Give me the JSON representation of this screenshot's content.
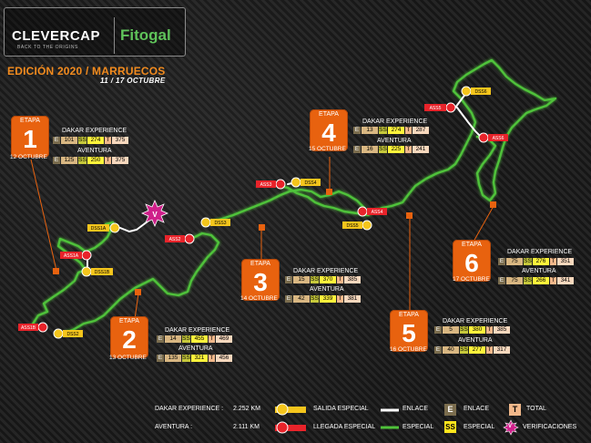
{
  "header": {
    "logo_main": "CLEVERCAP",
    "logo_sub": "BACK TO THE ORIGINS",
    "logo_partner": "Fitogal",
    "edition": "EDICIÓN 2020 / MARRUECOS",
    "dates": "11 / 17 OCTUBRE"
  },
  "stages": [
    {
      "etapa": "ETAPA",
      "number": "1",
      "date": "12 OCTUBRE",
      "dakar_label": "DAKAR EXPERIENCE",
      "dakar": {
        "e": "101",
        "ss": "274",
        "t": "375"
      },
      "aventura_label": "AVENTURA",
      "aventura": {
        "e": "125",
        "ss": "250",
        "t": "375"
      }
    },
    {
      "etapa": "ETAPA",
      "number": "2",
      "date": "13 OCTUBRE",
      "dakar_label": "DAKAR EXPERIENCE",
      "dakar": {
        "e": "14",
        "ss": "455",
        "t": "469"
      },
      "aventura_label": "AVENTURA",
      "aventura": {
        "e": "135",
        "ss": "321",
        "t": "456"
      }
    },
    {
      "etapa": "ETAPA",
      "number": "3",
      "date": "14 OCTUBRE",
      "dakar_label": "DAKAR EXPERIENCE",
      "dakar": {
        "e": "15",
        "ss": "370",
        "t": "385"
      },
      "aventura_label": "AVENTURA",
      "aventura": {
        "e": "42",
        "ss": "339",
        "t": "381"
      }
    },
    {
      "etapa": "ETAPA",
      "number": "4",
      "date": "15 OCTUBRE",
      "dakar_label": "DAKAR EXPERIENCE",
      "dakar": {
        "e": "13",
        "ss": "274",
        "t": "287"
      },
      "aventura_label": "AVENTURA",
      "aventura": {
        "e": "16",
        "ss": "225",
        "t": "241"
      }
    },
    {
      "etapa": "ETAPA",
      "number": "5",
      "date": "16 OCTUBRE",
      "dakar_label": "DAKAR EXPERIENCE",
      "dakar": {
        "e": "5",
        "ss": "380",
        "t": "385"
      },
      "aventura_label": "AVENTURA",
      "aventura": {
        "e": "40",
        "ss": "277",
        "t": "317"
      }
    },
    {
      "etapa": "ETAPA",
      "number": "6",
      "date": "17 OCTUBRE",
      "dakar_label": "DAKAR EXPERIENCE",
      "dakar": {
        "e": "75",
        "ss": "276",
        "t": "351"
      },
      "aventura_label": "AVENTURA",
      "aventura": {
        "e": "75",
        "ss": "266",
        "t": "341"
      }
    }
  ],
  "row_codes": {
    "e": "E",
    "ss": "SS",
    "t": "T"
  },
  "markers": {
    "dss1a": "DSS1A",
    "ass1a": "ASS1A",
    "dss1b": "DSS1B",
    "ass1b": "ASS1B",
    "dss2": "DSS2",
    "ass2": "ASS2",
    "dss3": "DSS3",
    "ass3": "ASS3",
    "dss4": "DSS4",
    "ass4": "ASS4",
    "dss5": "DSS5",
    "ass5": "ASS5",
    "dss6": "DSS6",
    "ass6": "ASS6",
    "verif": "V"
  },
  "legend": {
    "dakar_label": "DAKAR EXPERIENCE :",
    "dakar_km": "2.252 KM",
    "aventura_label": "AVENTURA :",
    "aventura_km": "2.111 KM",
    "salida": "SALIDA ESPECIAL",
    "llegada": "LLEGADA ESPECIAL",
    "enlace_line": "ENLACE",
    "especial_line": "ESPECIAL",
    "e_symbol": "E",
    "enlace_box": "ENLACE",
    "ss_symbol": "SS",
    "especial_box": "ESPECIAL",
    "t_symbol": "T",
    "total": "TOTAL",
    "v_symbol": "V",
    "verificaciones": "VERIFICACIONES"
  },
  "colors": {
    "route": "#4fc23a",
    "stage_box": "#e8620f",
    "start": "#f4c51c",
    "finish": "#e8232a",
    "verification": "#cf1f8a"
  }
}
